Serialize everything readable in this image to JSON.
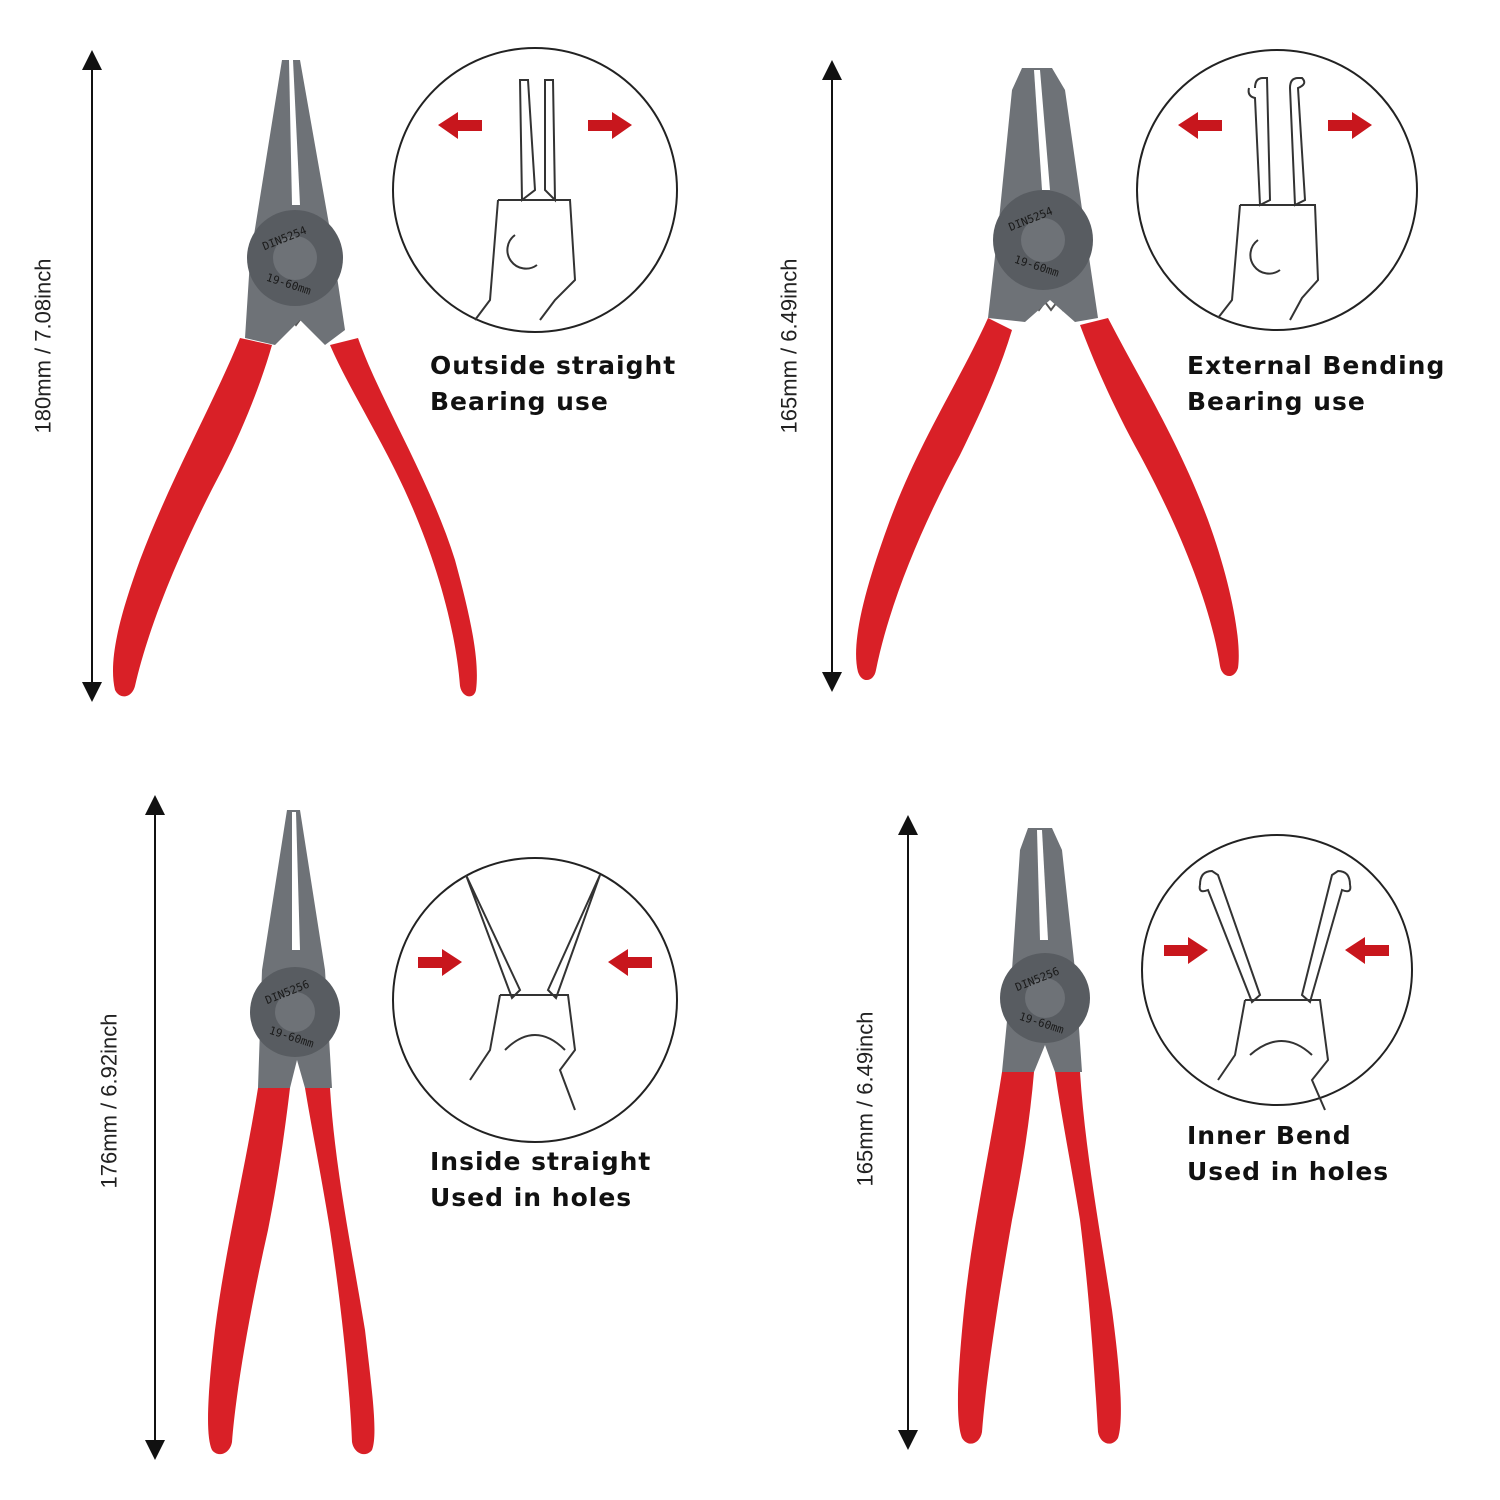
{
  "colors": {
    "handle": "#d92027",
    "handle_shade": "#a3141b",
    "metal": "#6e7277",
    "metal_dark": "#45494e",
    "arrow": "#c8161d",
    "line": "#333333"
  },
  "panels": [
    {
      "dimension": "180mm / 7.08inch",
      "caption_line1": "Outside straight",
      "caption_line2": "Bearing use",
      "stamp_top": "DIN5254",
      "stamp_bottom": "19-60mm",
      "diagram_icon": "outside-straight-plier-diagram-icon"
    },
    {
      "dimension": "165mm / 6.49inch",
      "caption_line1": "External Bending",
      "caption_line2": "Bearing use",
      "stamp_top": "DIN5254",
      "stamp_bottom": "19-60mm",
      "diagram_icon": "external-bent-plier-diagram-icon"
    },
    {
      "dimension": "176mm / 6.92inch",
      "caption_line1": "Inside straight",
      "caption_line2": "Used in holes",
      "stamp_top": "DIN5256",
      "stamp_bottom": "19-60mm",
      "diagram_icon": "inside-straight-plier-diagram-icon"
    },
    {
      "dimension": "165mm / 6.49inch",
      "caption_line1": "Inner Bend",
      "caption_line2": "Used in holes",
      "stamp_top": "DIN5256",
      "stamp_bottom": "19-60mm",
      "diagram_icon": "inner-bent-plier-diagram-icon"
    }
  ]
}
